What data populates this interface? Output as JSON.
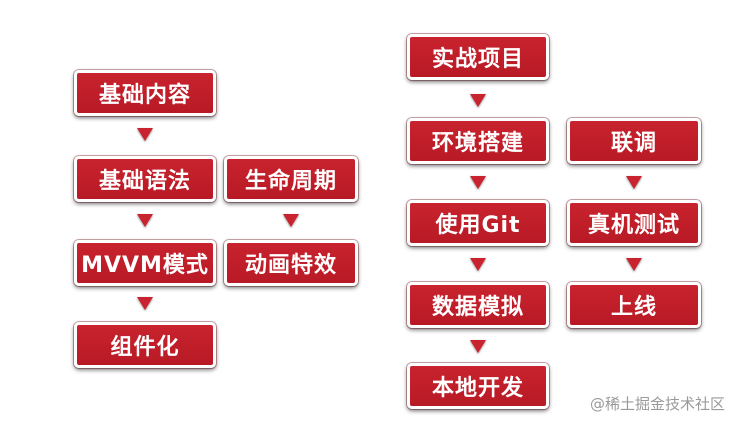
{
  "flow_left": {
    "basic_content": "基础内容",
    "basic_syntax": "基础语法",
    "mvvm_pattern": "MVVM模式",
    "componentization": "组件化",
    "lifecycle": "生命周期",
    "animation_effects": "动画特效"
  },
  "flow_right": {
    "practical_project": "实战项目",
    "env_setup": "环境搭建",
    "use_git": "使用Git",
    "data_mocking": "数据模拟",
    "local_dev": "本地开发",
    "integration": "联调",
    "device_testing": "真机测试",
    "go_live": "上线"
  },
  "watermark": "@稀土掘金技术社区",
  "colors": {
    "node_fill": "#c8232e",
    "node_text": "#ffffff",
    "watermark": "#9a9a9a"
  }
}
